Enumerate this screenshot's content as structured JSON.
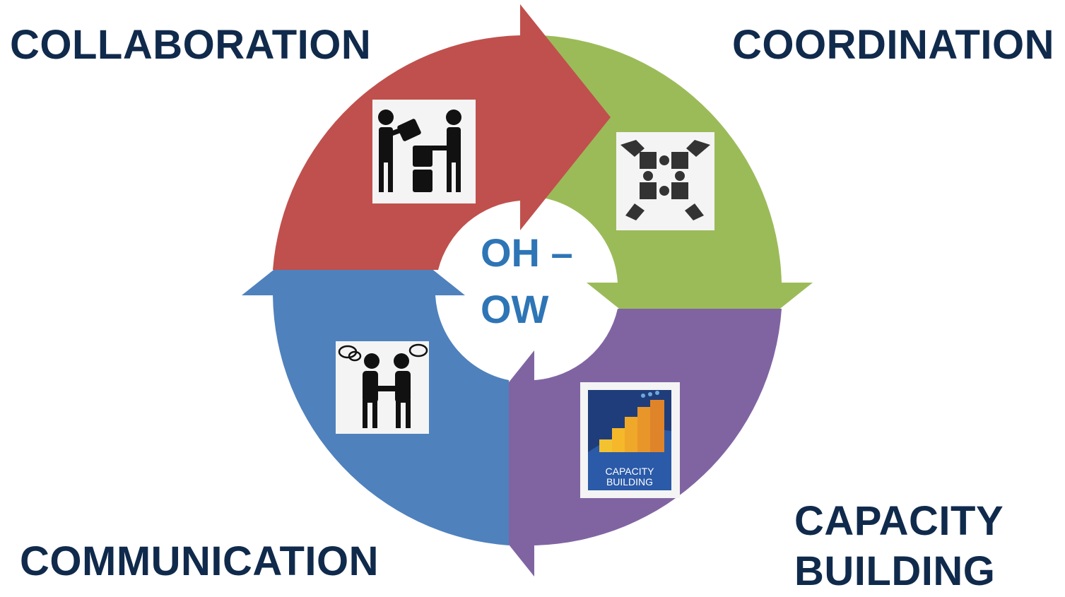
{
  "labels": {
    "collaboration": "COLLABORATION",
    "coordination": "COORDINATION",
    "communication": "COMMUNICATION",
    "capacity_line1": "CAPACITY",
    "capacity_line2": "BUILDING"
  },
  "center": {
    "line1": "OH –",
    "line2": "OW"
  },
  "icons": {
    "collaboration": "people-building-blocks-icon",
    "coordination": "hands-puzzle-icon",
    "communication": "handshake-speech-icon",
    "capacity": "capacity-building-stairs-icon",
    "capacity_text1": "CAPACITY",
    "capacity_text2": "BUILDING"
  },
  "colors": {
    "collaboration": "#c0504d",
    "coordination": "#9bbb59",
    "capacity": "#8064a2",
    "communication": "#4f81bd",
    "label_text": "#102a4c",
    "center_text": "#2e75b6"
  }
}
